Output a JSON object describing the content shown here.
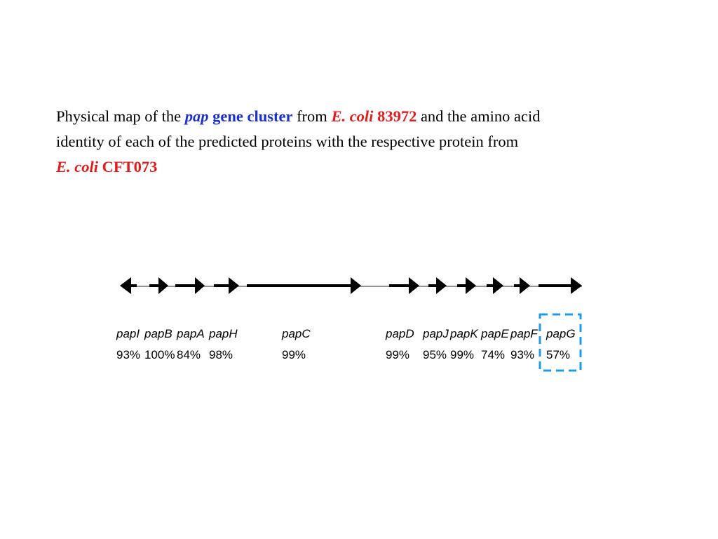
{
  "caption": {
    "line1": {
      "pre": "Physical map of the",
      "pap": "pap",
      "gene_cluster": "gene cluster",
      "from": "from",
      "ecoli1": "E. coli",
      "strain1": "83972",
      "post": "and the amino acid"
    },
    "line2": "identity of  each of the predicted proteins with the respective protein from",
    "line3": {
      "ecoli2": "E. coli",
      "strain2": "CFT073"
    }
  },
  "genes": [
    {
      "name": "papI",
      "identity": "93%"
    },
    {
      "name": "papB",
      "identity": "100%"
    },
    {
      "name": "papA",
      "identity": "84%"
    },
    {
      "name": "papH",
      "identity": "98%"
    },
    {
      "name": "papC",
      "identity": "99%"
    },
    {
      "name": "papD",
      "identity": "99%"
    },
    {
      "name": "papJ",
      "identity": "95%"
    },
    {
      "name": "papK",
      "identity": "99%"
    },
    {
      "name": "papE",
      "identity": "74%"
    },
    {
      "name": "papF",
      "identity": "93%"
    },
    {
      "name": "papG",
      "identity": "57%"
    }
  ],
  "highlight": {
    "gene": "papG",
    "color": "#1e9be8"
  }
}
